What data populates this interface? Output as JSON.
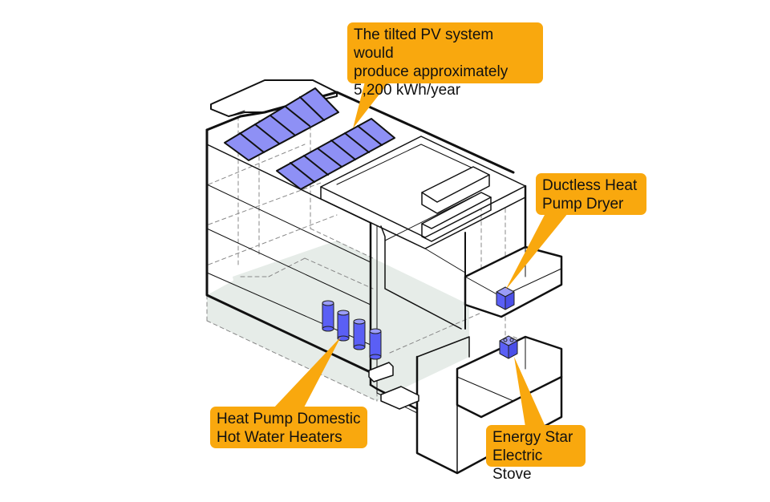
{
  "diagram": {
    "title": "Building energy systems isometric diagram",
    "colors": {
      "callout": "#f9a80e",
      "equipment_blue": "#5a5ff5",
      "pv_panel": "#8e90f5",
      "floor_shade": "#e6ece8",
      "line": "#111111"
    },
    "callouts": {
      "pv": {
        "text": "The tilted PV system would\nproduce approximately\n5,200 kWh/year"
      },
      "dryer": {
        "text": "Ductless Heat\nPump Dryer"
      },
      "dhw": {
        "text": "Heat Pump Domestic\nHot Water Heaters"
      },
      "stove": {
        "text": "Energy Star\nElectric Stove"
      }
    },
    "pv_arrays": [
      {
        "name": "pv-array-rear",
        "panels": 6
      },
      {
        "name": "pv-array-front",
        "panels": 7
      }
    ],
    "water_heaters": {
      "count": 4
    },
    "appliances": [
      "dryer",
      "stove"
    ]
  }
}
